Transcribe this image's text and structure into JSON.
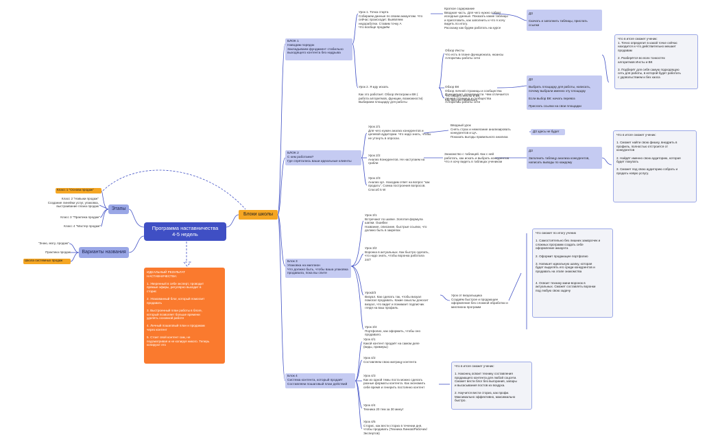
{
  "central": {
    "title": "Программа наставничества\n4-5 недель"
  },
  "branches": {
    "etapy": "Этапы",
    "variants": "Варианты названия",
    "blocks": "Блоки школы"
  },
  "classes": [
    "Класс 1 \"Основа продаж\"",
    "Класс 2 \"Навыки продаж\"\nСоздание линейки услуг, упаковка,\nвыстраивание плана продаж",
    "Класс 3 \"Практика продаж\"",
    "Класс 4 \"Мастер продаж\""
  ],
  "names": [
    "\"Знаю, могу, продаю\"",
    "Практика продаж",
    "Школа системных продаж"
  ],
  "ideal": "ИДЕАЛЬНЫЙ РЕЗУЛЬТАТ\nНАСТАВНИЧЕСТВА:\n\n1. Уверенный в себе эксперт, проводит\nпрямые эфиры, регулярно выходит в\nсторис\n\n2. Упакованный блог, который помогает\nпродавать\n\n3. Выстроенный план работы в блоге,\nкоторый позволяет больше времени\nуделять основной работе\n\n4. Личный пошаговый план и продажам\nчерез контент\n\n5. Стоит свой контент сам, не\nподсматривая и не копируя никого. Теперь\nкопируют его",
  "block1": {
    "title": "БЛОК 1\n Наводим порядок\nЗакладываем фундамент стабильно\nвыходящего контента без надрыва",
    "lesson1": "Урок 1. Точка старта\nСобираем данные по своим аккаунтам. Что\nсейчас происходит. Выявляем\nнедоработки. Ставим точку А\nЧто вообще продаём",
    "lesson1_content": "Краткое содержание\nВводная часть. Для чего нужно собрат\nисходные данные. Показать какие таблицы\nи приготовить, как заполнить и что я хочу\nвидеть по итогу.\nРасскажу как будем работать на курсе",
    "hw1": "ДЗ\n\nСкачать и заполнить таблицы, прислать\nссылки",
    "lesson2": "Урок 2. Я иду искать\n\nКак это работает. Обзор Интаграм и ВК (\nработа алгоритмов, функции, возможности)\nВыбираем площадку для работы",
    "insta": "Обзор Инсты\nЧто есть в плане функционала, нюансы\nАлгоритмы работы сети",
    "vk": "Обзор ВК\nОбзор личной страницы и сообщества\nФункционал, возможности. Чем отличается\nличная страница и сообщества\nАлгоритмы работы сети",
    "common": "Что общего Инсты и ВК\nКак быстро переехать",
    "hw2": "ДЗ\n\nВыбрать площадку для работы, написать,\nпочему выбрали именно эту площадку\n\nЕсли выбор ВК: начать перевоз\n\nПрислать ссылки на свои площадки",
    "summary": "Что в итоге сможет ученик:\n1. Точно определит в какой точке сейчас\nнаходится и что действительно мешает\nпродавам\n\n2. Разберётся во всех тонкостях\nалгоритмов Инсты и ВК\n\n3. Подберёт для себя самую подходящую\nсеть для работы, в которой будет работать\nс удовольствием и без хаоса"
  },
  "block2": {
    "title": "БЛОК 2\nС кем работаем?\nГде спрятались ваши идеальные клиенты",
    "lesson1": "Урок 2/1\nДля чего нужен анализ конкурентов и\nцелевой аудитории. Что надо знать, чтобы\nне утонуть в опросах.",
    "lesson1_content": "Вводный урок\nСнять страх и нежелание анализировать\nконкурентов и ЦА.\nПоказать выгоды правильного анализа",
    "hw1": "ДЗ здесь не будет",
    "lesson2": "Урок 2/2\nАнализ Конкурентов. Не наступаем на\nграбли",
    "lesson2_content": "Знакомство с таблицей. Как с ней\nработать, как искать и выбрать конкурентов\nЧто я хочу видеть в таблицах учеником",
    "hw2": "ДЗ\n\nЗаполнить таблицу анализа конкурентов,\nнаписать выводы по каждому",
    "lesson3": "Урок 2/3\nАнализ ЦА. Находим ответ на вопрос \"как\nпродать\". Схема построения вопросов.\nСпособ 5 W",
    "summary": "Что в итоге сможет ученик:\n\n1. Сможет найти свою фишку, внедрить в\nпрофиль, полностью отстроится от\nконкурентов\n\n2. Найдёт именно свою аудиторию, которая\nбудет покупать\n\n3. Сможет под свою аудиторию собрать и\nпродать новую услугу."
  },
  "block3": {
    "title": "Блок 3\nУпаковка на миллион\nЧто должно быть, чтобы ваша упаковка\nпродавала, пока вы спите",
    "lesson1": "Урок 3/1\nВстречают по шапке. Золотая формула\nшапки. Ошибки\nНазвание, описание, быстрые ссылки, что\nдолжно быть в закрепах",
    "lesson2": "Урок 3/2\nВоронка в актуальных. Как быстро сделать,\nчто надо знать, чтобы воронка работала\n24/7",
    "lesson3": "Урок3/3\nВизуал. Как сделать так, чтобы визуал\nпомогал продавать. Какие смыслы доносит\nвизуал, что видит и понимает подписчик\nглядя на ваш профиль",
    "lesson3_content": "Урок от визуальщика\nСоздаём быстрое и продающее\nоформление без сложной обработки и\nмиллиона программ",
    "lesson4": "Урок 3/4\nПортфолио, как оформить, чтобы оно\nпродавало.",
    "summary": "Что сможет по итогу ученик\n\n1. Самостоятельно без лишних заморочек и\nсложных программ создать себе\nоформление аккаунта\n\n2. Оформит продающее портфолио\n\n3. Напишет идеальную шапку, которая\nбудет выделять его среди конкурентов и\nпродавать на этапе знакомства\n\n\n4. Освоит технику мини-воронок в\nактуальных. Сможет составлять воронки\nпод любую свою задачу"
  },
  "block4": {
    "title": "Блок 4\nСистема контента,  который продаёт\nСоставляем пошаговый план действий",
    "lesson1": "Урок 4/1\nКакой контент продаёт на самом деле\n(виды, примеры)",
    "lesson2": "Урок 4/2\nСоставляем свою матрицу контента",
    "lesson3": "Урок 4/3\nКак из одной темы поста можно сделать\nразные форматы контента. Как экономить\nсебе время и генерить постоянно контент",
    "lesson4": "Урок 4/4\nТехника 20 тем за 30 минут",
    "lesson5": "Урок 4/5\nСторис, как вести сториз в течении дня,\nчтобы продавать (Техника Линков/Рабочих/\nЭкспертов)",
    "summary": "Что в итоге сможет ученик:\n\n1. Наконец освоит технику составления\nпродающего контента для любой соцсети.\nСможет вести блог без выгорания, запары\nи высасывания постов из воздуха.\n\n2. Научится вести сториз, как профи.\nМаксимально эффективно, максимально\nбыстро."
  },
  "colors": {
    "central": "#3f4fc4",
    "topic": "#9aa7e6",
    "block": "#c5cbf2",
    "orange": "#f5a623",
    "ideal": "#fa7a2e",
    "line": "#3f4fc4"
  }
}
